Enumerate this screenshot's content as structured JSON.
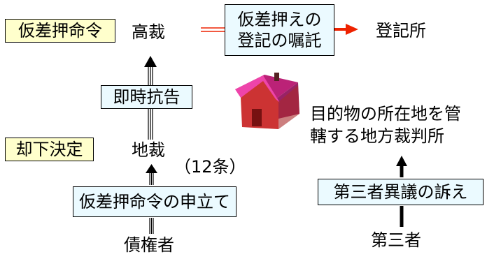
{
  "boxes": {
    "provisional_order": "仮差押命令",
    "rejection_decision": "却下決定",
    "immediate_appeal": "即時抗告",
    "registration_line1": "仮差押えの",
    "registration_line2": "登記の嘱託",
    "application": "仮差押命令の申立て",
    "third_party_objection": "第三者異議の訴え"
  },
  "labels": {
    "high_court": "高裁",
    "registry_office": "登記所",
    "district_court": "地裁",
    "article": "（12条）",
    "creditor": "債権者",
    "jurisdiction_line1": "目的物の所在地を管",
    "jurisdiction_line2": "轄する地方裁判所",
    "third_party": "第三者"
  },
  "icons": {
    "house": "house-icon"
  },
  "colors": {
    "yellow_box": "#ffffcc",
    "cyan_box": "#ebfaff",
    "red_arrow": "#ee2200",
    "house_wall": "#cc3333",
    "house_roof": "#cc2288"
  }
}
